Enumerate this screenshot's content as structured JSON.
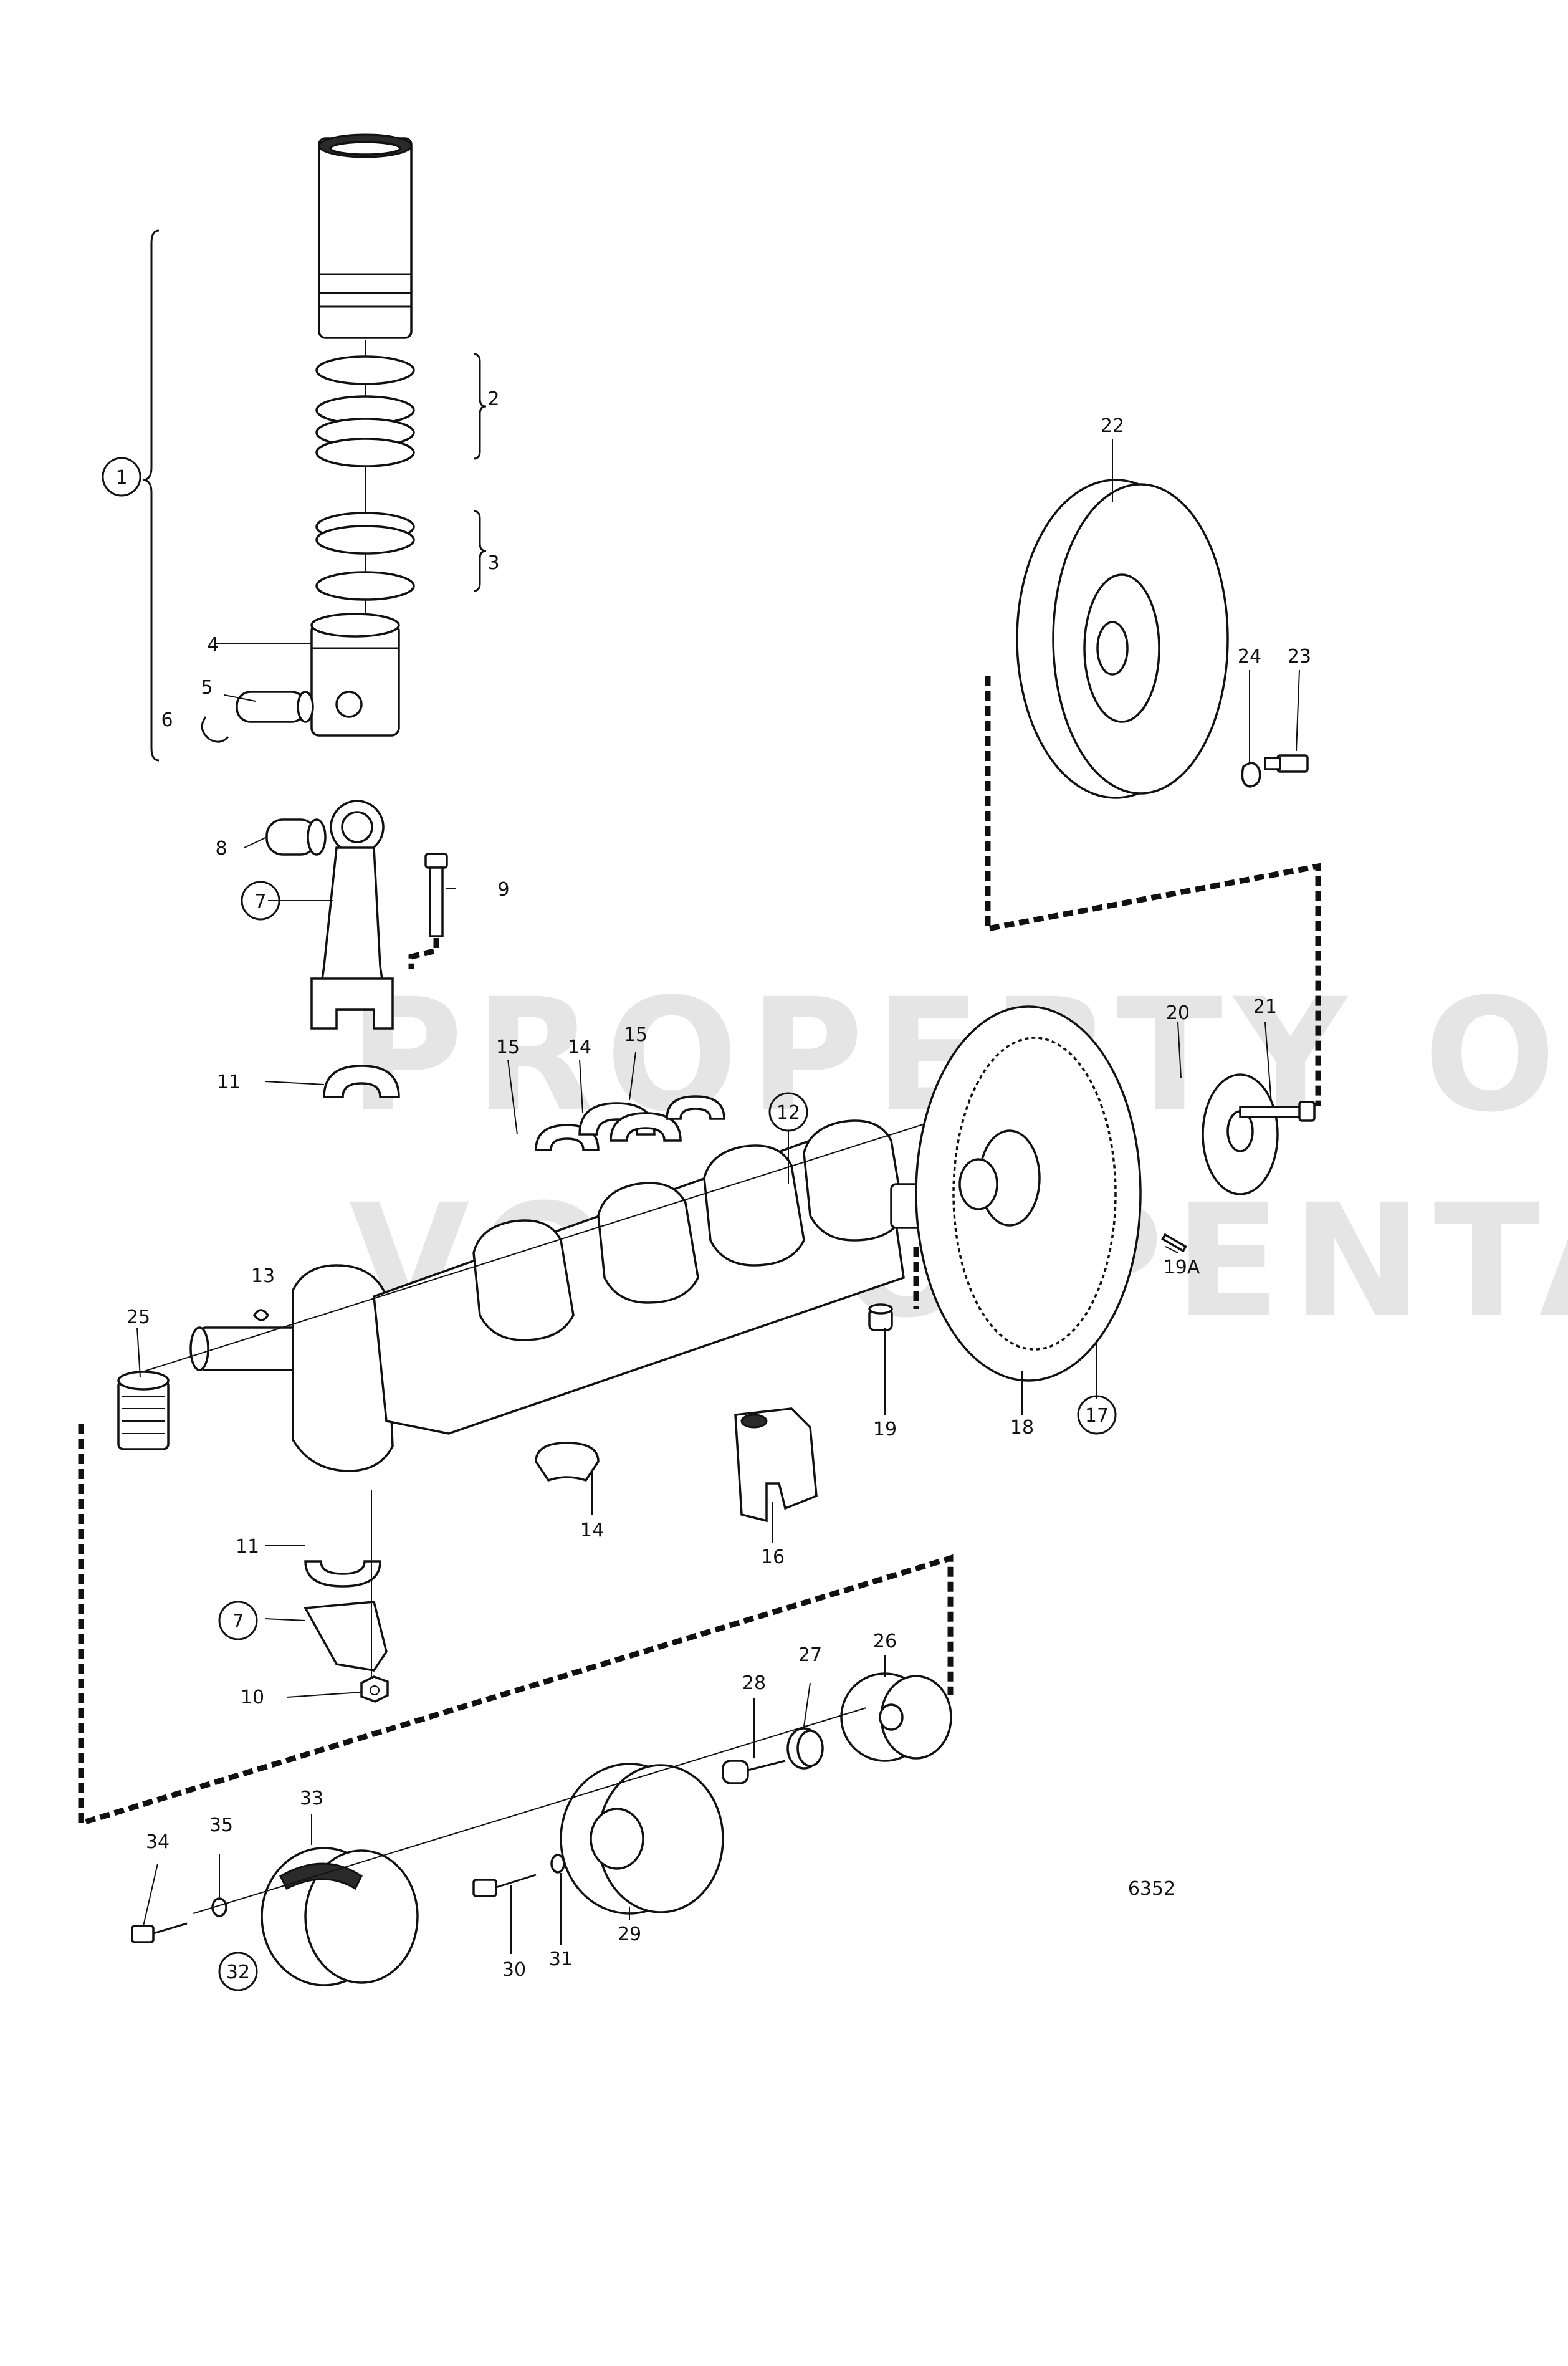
{
  "watermark": {
    "line1": "PROPERTY OF",
    "line2": "VOLVO PENTA"
  },
  "figure_number": "6352",
  "callouts": [
    {
      "id": "c1",
      "text": "1",
      "circled": true
    },
    {
      "id": "c2",
      "text": "2",
      "circled": false
    },
    {
      "id": "c3",
      "text": "3",
      "circled": false
    },
    {
      "id": "c4",
      "text": "4",
      "circled": false
    },
    {
      "id": "c5",
      "text": "5",
      "circled": false
    },
    {
      "id": "c6",
      "text": "6",
      "circled": false
    },
    {
      "id": "c7a",
      "text": "7",
      "circled": true
    },
    {
      "id": "c7b",
      "text": "7",
      "circled": true
    },
    {
      "id": "c8",
      "text": "8",
      "circled": false
    },
    {
      "id": "c9",
      "text": "9",
      "circled": false
    },
    {
      "id": "c10",
      "text": "10",
      "circled": false
    },
    {
      "id": "c11a",
      "text": "11",
      "circled": false
    },
    {
      "id": "c11b",
      "text": "11",
      "circled": false
    },
    {
      "id": "c12",
      "text": "12",
      "circled": true
    },
    {
      "id": "c13",
      "text": "13",
      "circled": false
    },
    {
      "id": "c14a",
      "text": "14",
      "circled": false
    },
    {
      "id": "c14b",
      "text": "14",
      "circled": false
    },
    {
      "id": "c15a",
      "text": "15",
      "circled": false
    },
    {
      "id": "c15b",
      "text": "15",
      "circled": false
    },
    {
      "id": "c16",
      "text": "16",
      "circled": false
    },
    {
      "id": "c17",
      "text": "17",
      "circled": true
    },
    {
      "id": "c18",
      "text": "18",
      "circled": false
    },
    {
      "id": "c19",
      "text": "19",
      "circled": false
    },
    {
      "id": "c19a",
      "text": "19A",
      "circled": false
    },
    {
      "id": "c20",
      "text": "20",
      "circled": false
    },
    {
      "id": "c21",
      "text": "21",
      "circled": false
    },
    {
      "id": "c22",
      "text": "22",
      "circled": false
    },
    {
      "id": "c23",
      "text": "23",
      "circled": false
    },
    {
      "id": "c24",
      "text": "24",
      "circled": false
    },
    {
      "id": "c25",
      "text": "25",
      "circled": false
    },
    {
      "id": "c26",
      "text": "26",
      "circled": false
    },
    {
      "id": "c27",
      "text": "27",
      "circled": false
    },
    {
      "id": "c28",
      "text": "28",
      "circled": false
    },
    {
      "id": "c29",
      "text": "29",
      "circled": false
    },
    {
      "id": "c30",
      "text": "30",
      "circled": false
    },
    {
      "id": "c31",
      "text": "31",
      "circled": false
    },
    {
      "id": "c32",
      "text": "32",
      "circled": true
    },
    {
      "id": "c33",
      "text": "33",
      "circled": false
    },
    {
      "id": "c34",
      "text": "34",
      "circled": false
    },
    {
      "id": "c35",
      "text": "35",
      "circled": false
    }
  ]
}
